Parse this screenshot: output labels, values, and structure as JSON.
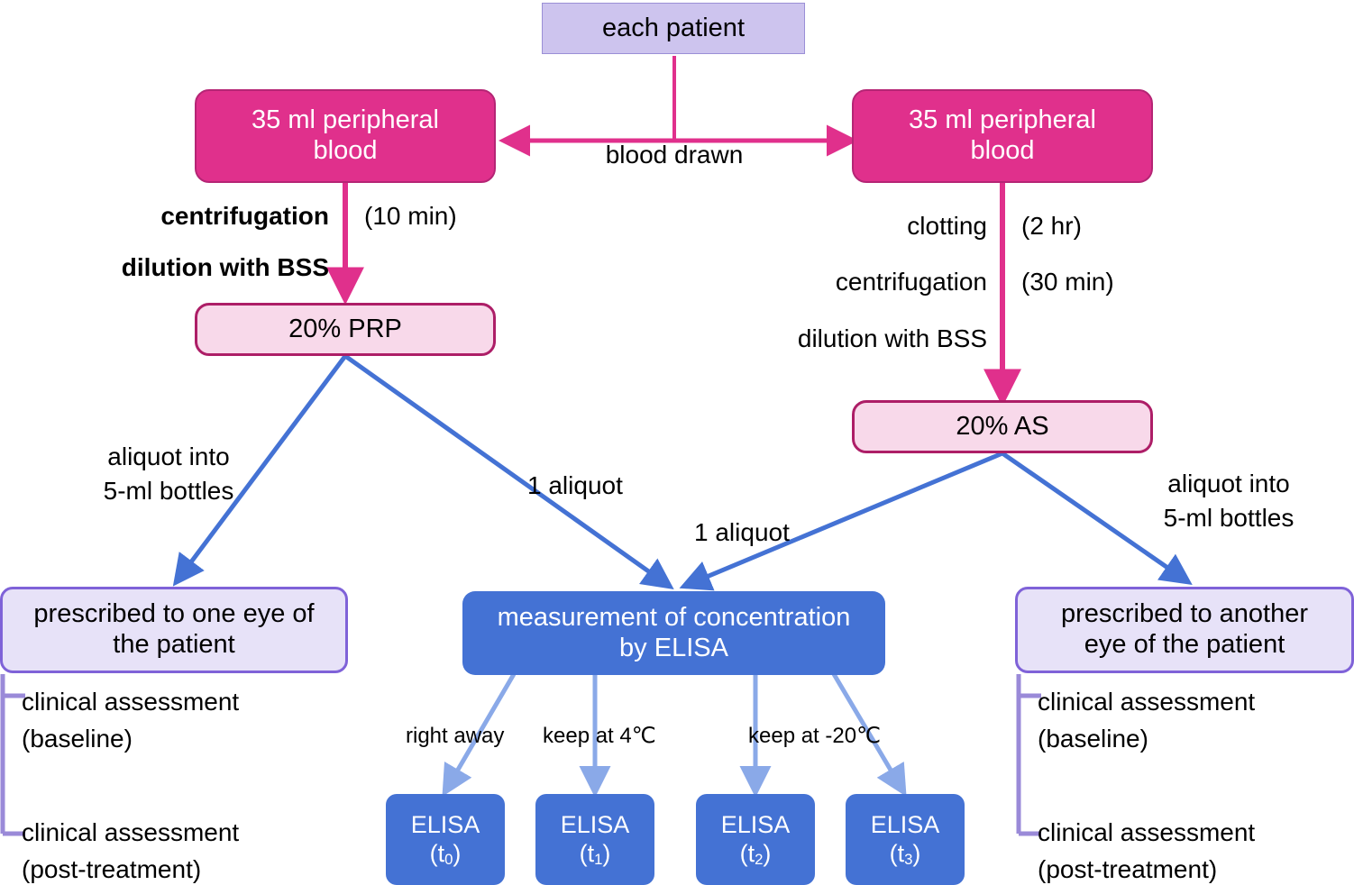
{
  "diagram": {
    "title": "PRP and AS preparation and assessment workflow",
    "colors": {
      "lavender_fill": "#cdc4ee",
      "lavender_border": "#9a8fd6",
      "magenta_fill": "#e0308c",
      "magenta_border": "#b52575",
      "pink_fill": "#f8d9ea",
      "pink_border": "#ad1e67",
      "prescribe_fill": "#e7e2f8",
      "prescribe_border": "#7f62d8",
      "blue_fill": "#4472d4",
      "blue_edge": "#4472d4",
      "light_blue_edge": "#8aa9e8",
      "bracket_purple": "#9a8ad8",
      "text": "#000000"
    },
    "nodes": {
      "patient": "each patient",
      "blood_left_line1": "35 ml peripheral",
      "blood_left_line2": "blood",
      "blood_right_line1": "35 ml peripheral",
      "blood_right_line2": "blood",
      "prp": "20% PRP",
      "as": "20% AS",
      "prescribe_left_line1": "prescribed to one eye of",
      "prescribe_left_line2": "the patient",
      "prescribe_right_line1": "prescribed to another",
      "prescribe_right_line2": "eye of the patient",
      "elisa_main_line1": "measurement of concentration",
      "elisa_main_line2": "by ELISA",
      "elisa_t0_name": "ELISA",
      "elisa_t0_sub": "0",
      "elisa_t1_name": "ELISA",
      "elisa_t1_sub": "1",
      "elisa_t2_name": "ELISA",
      "elisa_t2_sub": "2",
      "elisa_t3_name": "ELISA",
      "elisa_t3_sub": "3"
    },
    "edge_labels": {
      "blood_drawn": "blood drawn",
      "left_centrifugation": "centrifugation",
      "left_centrifugation_time": "(10 min)",
      "left_dilution": "dilution with BSS",
      "right_clotting": "clotting",
      "right_clotting_time": "(2 hr)",
      "right_centrifugation": "centrifugation",
      "right_centrifugation_time": "(30 min)",
      "right_dilution": "dilution with BSS",
      "left_aliquot_line1": "aliquot into",
      "left_aliquot_line2": "5-ml bottles",
      "right_aliquot_line1": "aliquot into",
      "right_aliquot_line2": "5-ml bottles",
      "prp_one_aliquot": "1 aliquot",
      "as_one_aliquot": "1 aliquot",
      "storage_right_away": "right away",
      "storage_4c": "keep at 4℃",
      "storage_minus20c": "keep at -20℃"
    },
    "assessments": {
      "left_baseline_line1": "clinical assessment",
      "left_baseline_line2": "(baseline)",
      "left_post_line1": "clinical assessment",
      "left_post_line2": "(post-treatment)",
      "right_baseline_line1": "clinical assessment",
      "right_baseline_line2": "(baseline)",
      "right_post_line1": "clinical assessment",
      "right_post_line2": "(post-treatment)"
    }
  }
}
